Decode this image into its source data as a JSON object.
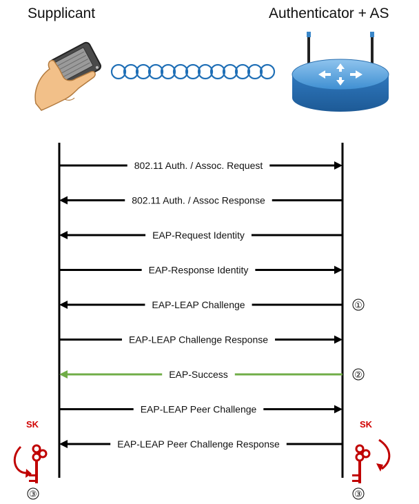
{
  "supplicant_title": "Supplicant",
  "authenticator_title": "Authenticator + AS",
  "messages": [
    {
      "label": "802.11 Auth. / Assoc. Request",
      "direction": "right",
      "color": "#000000"
    },
    {
      "label": "802.11 Auth. / Assoc Response",
      "direction": "left",
      "color": "#000000"
    },
    {
      "label": "EAP-Request Identity",
      "direction": "left",
      "color": "#000000"
    },
    {
      "label": "EAP-Response Identity",
      "direction": "right",
      "color": "#000000"
    },
    {
      "label": "EAP-LEAP Challenge",
      "direction": "left",
      "color": "#000000",
      "marker": "①"
    },
    {
      "label": "EAP-LEAP Challenge Response",
      "direction": "right",
      "color": "#000000"
    },
    {
      "label": "EAP-Success",
      "direction": "left",
      "color": "#70ad47",
      "marker": "②"
    },
    {
      "label": "EAP-LEAP Peer Challenge",
      "direction": "right",
      "color": "#000000"
    },
    {
      "label": "EAP-LEAP Peer Challenge Response",
      "direction": "left",
      "color": "#000000"
    }
  ],
  "session_key_label": "SK",
  "bottom_marker": "③",
  "colors": {
    "key": "#c00000",
    "key_arrow": "#c00000",
    "router_body": "#3a86c8",
    "wave": "#1f6fb6"
  },
  "icons": {
    "supplicant": "hand-held-device-icon",
    "authenticator": "wireless-router-icon",
    "link": "wireless-signal-wave-icon",
    "key": "key-icon"
  }
}
